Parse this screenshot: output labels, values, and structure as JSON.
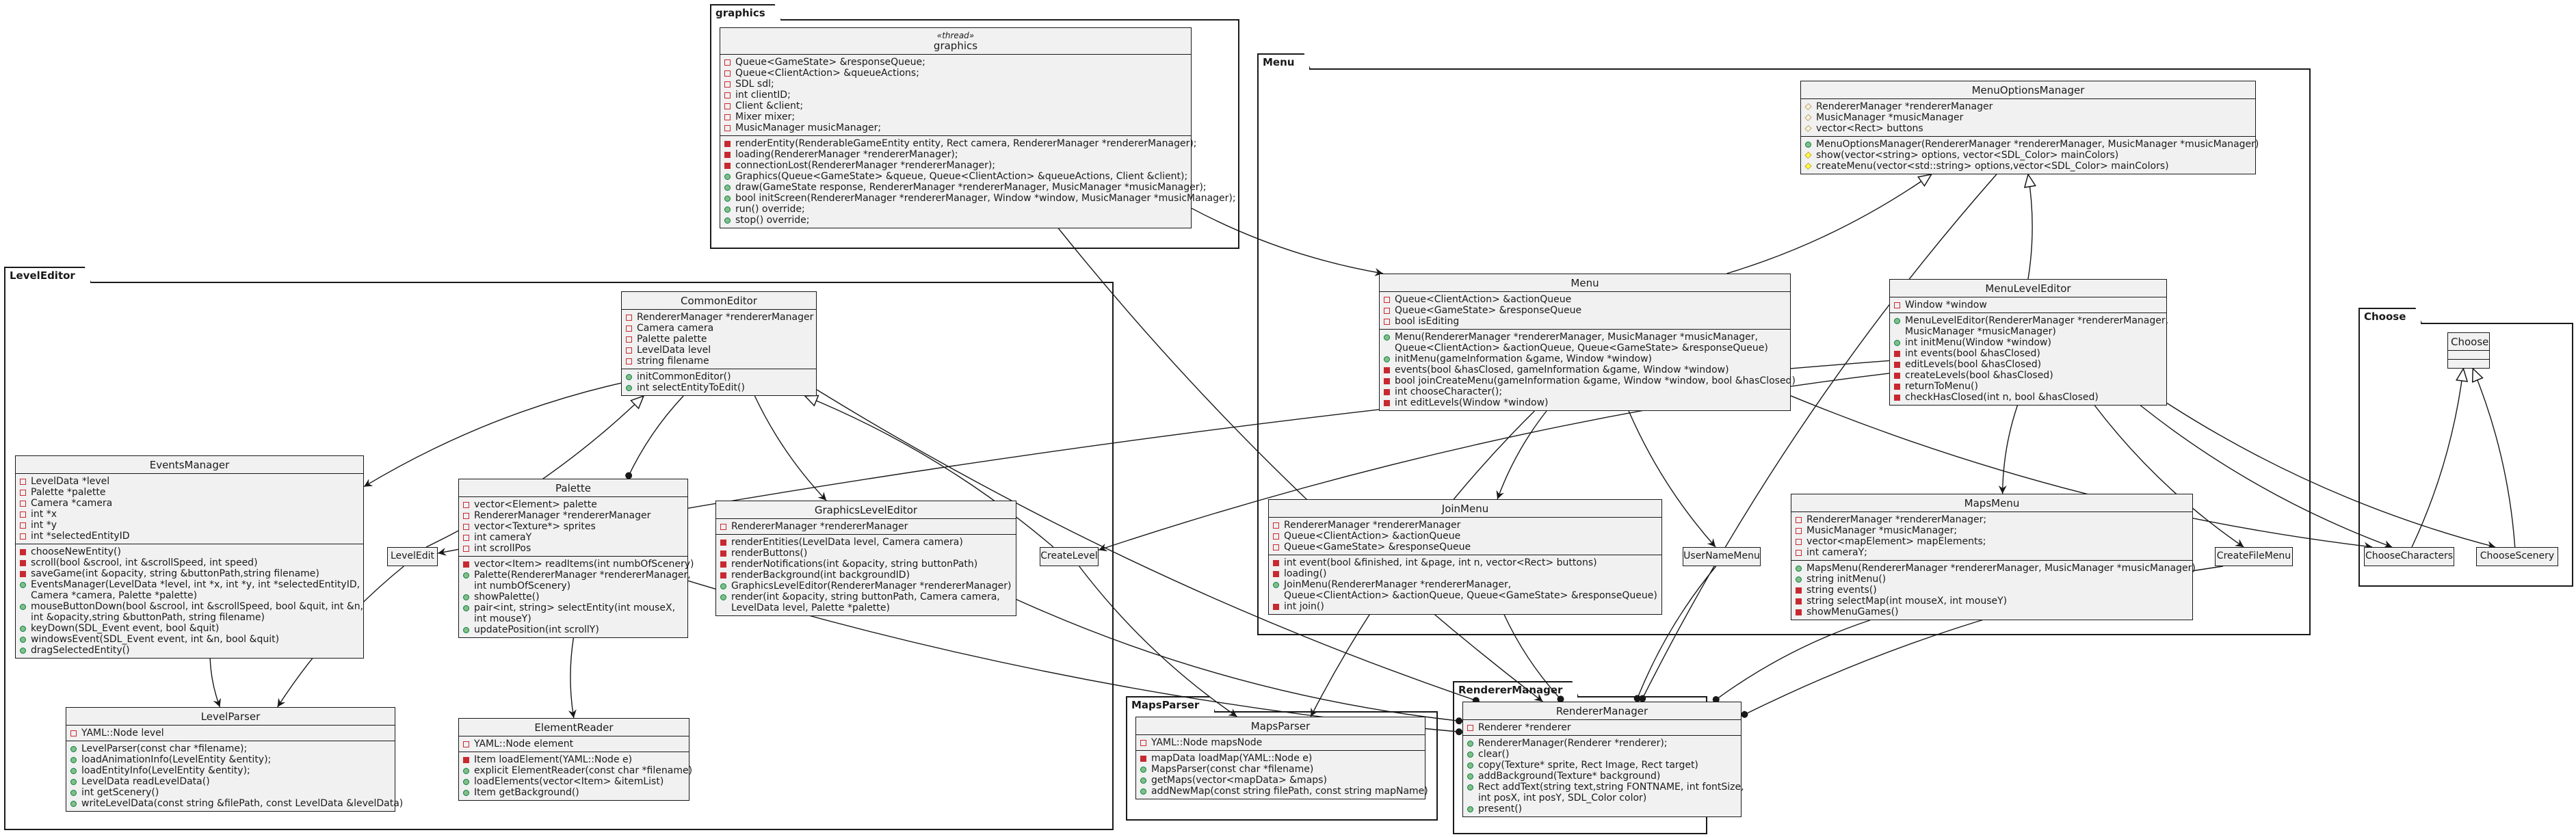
{
  "packages": {
    "graphics": "graphics",
    "menu": "Menu",
    "level_editor": "LevelEditor",
    "choose": "Choose",
    "maps_parser": "MapsParser",
    "renderer_manager": "RendererManager"
  },
  "classes": [
    {
      "id": "graphics",
      "name": "graphics",
      "stereotype": "«thread»",
      "attributes": [
        {
          "v": "private",
          "t": "Queue<GameState> &responseQueue;"
        },
        {
          "v": "private",
          "t": "Queue<ClientAction> &queueActions;"
        },
        {
          "v": "private",
          "t": "SDL sdl;"
        },
        {
          "v": "private",
          "t": "int clientID;"
        },
        {
          "v": "private",
          "t": "Client &client;"
        },
        {
          "v": "private",
          "t": "Mixer mixer;"
        },
        {
          "v": "private",
          "t": "MusicManager musicManager;"
        }
      ],
      "methods": [
        {
          "v": "private",
          "t": "renderEntity(RenderableGameEntity entity, Rect camera, RendererManager *rendererManager);"
        },
        {
          "v": "private",
          "t": "loading(RendererManager *rendererManager);"
        },
        {
          "v": "private",
          "t": "connectionLost(RendererManager *rendererManager);"
        },
        {
          "v": "public",
          "t": "Graphics(Queue<GameState> &queue, Queue<ClientAction> &queueActions, Client &client);"
        },
        {
          "v": "public",
          "t": "draw(GameState response, RendererManager *rendererManager, MusicManager *musicManager);"
        },
        {
          "v": "public",
          "t": "bool initScreen(RendererManager *rendererManager, Window *window, MusicManager *musicManager);"
        },
        {
          "v": "public",
          "t": "run() override;"
        },
        {
          "v": "public",
          "t": "stop() override;"
        }
      ]
    },
    {
      "id": "menu_options_manager",
      "name": "MenuOptionsManager",
      "attributes": [
        {
          "v": "protected",
          "t": "RendererManager *rendererManager"
        },
        {
          "v": "protected",
          "t": "MusicManager *musicManager"
        },
        {
          "v": "protected",
          "t": "vector<Rect> buttons"
        }
      ],
      "methods": [
        {
          "v": "public",
          "t": "MenuOptionsManager(RendererManager *rendererManager, MusicManager *musicManager)"
        },
        {
          "v": "protected",
          "t": "show(vector<string> options, vector<SDL_Color> mainColors)"
        },
        {
          "v": "protected",
          "t": "createMenu(vector<std::string> options,vector<SDL_Color> mainColors)"
        }
      ]
    },
    {
      "id": "menu",
      "name": "Menu",
      "attributes": [
        {
          "v": "private",
          "t": "Queue<ClientAction> &actionQueue"
        },
        {
          "v": "private",
          "t": "Queue<GameState> &responseQueue"
        },
        {
          "v": "private",
          "t": "bool isEditing"
        }
      ],
      "methods": [
        {
          "v": "public",
          "t": "Menu(RendererManager *rendererManager, MusicManager *musicManager,\nQueue<ClientAction> &actionQueue, Queue<GameState> &responseQueue)"
        },
        {
          "v": "public",
          "t": "initMenu(gameInformation &game, Window *window)"
        },
        {
          "v": "private",
          "t": "events(bool &hasClosed, gameInformation &game, Window *window)"
        },
        {
          "v": "private",
          "t": "bool joinCreateMenu(gameInformation &game, Window *window, bool &hasClosed)"
        },
        {
          "v": "private",
          "t": "int chooseCharacter();"
        },
        {
          "v": "private",
          "t": "int editLevels(Window *window)"
        }
      ]
    },
    {
      "id": "menu_level_editor",
      "name": "MenuLevelEditor",
      "attributes": [
        {
          "v": "private",
          "t": "Window *window"
        }
      ],
      "methods": [
        {
          "v": "public",
          "t": "MenuLevelEditor(RendererManager *rendererManager,\nMusicManager *musicManager)"
        },
        {
          "v": "public",
          "t": "int initMenu(Window *window)"
        },
        {
          "v": "private",
          "t": "int events(bool &hasClosed)"
        },
        {
          "v": "private",
          "t": "editLevels(bool &hasClosed)"
        },
        {
          "v": "private",
          "t": "createLevels(bool &hasClosed)"
        },
        {
          "v": "private",
          "t": "returnToMenu()"
        },
        {
          "v": "private",
          "t": "checkHasClosed(int n, bool &hasClosed)"
        }
      ]
    },
    {
      "id": "join_menu",
      "name": "JoinMenu",
      "attributes": [
        {
          "v": "private",
          "t": "RendererManager *rendererManager"
        },
        {
          "v": "private",
          "t": "Queue<ClientAction> &actionQueue"
        },
        {
          "v": "private",
          "t": "Queue<GameState> &responseQueue"
        }
      ],
      "methods": [
        {
          "v": "private",
          "t": "int event(bool &finished, int &page, int n, vector<Rect> buttons)"
        },
        {
          "v": "private",
          "t": "loading()"
        },
        {
          "v": "public",
          "t": "JoinMenu(RendererManager *rendererManager,\nQueue<ClientAction> &actionQueue, Queue<GameState> &responseQueue)"
        },
        {
          "v": "private",
          "t": "int join()"
        }
      ]
    },
    {
      "id": "maps_menu",
      "name": "MapsMenu",
      "attributes": [
        {
          "v": "private",
          "t": "RendererManager *rendererManager;"
        },
        {
          "v": "private",
          "t": "MusicManager *musicManager;"
        },
        {
          "v": "private",
          "t": "vector<mapElement> mapElements;"
        },
        {
          "v": "private",
          "t": "int cameraY;"
        }
      ],
      "methods": [
        {
          "v": "public",
          "t": "MapsMenu(RendererManager *rendererManager, MusicManager *musicManager)"
        },
        {
          "v": "public",
          "t": "string initMenu()"
        },
        {
          "v": "private",
          "t": "string events()"
        },
        {
          "v": "private",
          "t": "string selectMap(int mouseX, int mouseY)"
        },
        {
          "v": "private",
          "t": "showMenuGames()"
        }
      ]
    },
    {
      "id": "common_editor",
      "name": "CommonEditor",
      "attributes": [
        {
          "v": "private",
          "t": "RendererManager *rendererManager"
        },
        {
          "v": "private",
          "t": "Camera camera"
        },
        {
          "v": "private",
          "t": "Palette palette"
        },
        {
          "v": "private",
          "t": "LevelData level"
        },
        {
          "v": "private",
          "t": "string filename"
        }
      ],
      "methods": [
        {
          "v": "public",
          "t": "initCommonEditor()"
        },
        {
          "v": "public",
          "t": "int selectEntityToEdit()"
        }
      ]
    },
    {
      "id": "events_manager",
      "name": "EventsManager",
      "attributes": [
        {
          "v": "private",
          "t": "LevelData *level"
        },
        {
          "v": "private",
          "t": "Palette *palette"
        },
        {
          "v": "private",
          "t": "Camera *camera"
        },
        {
          "v": "private",
          "t": "int *x"
        },
        {
          "v": "private",
          "t": "int *y"
        },
        {
          "v": "private",
          "t": "int *selectedEntityID"
        }
      ],
      "methods": [
        {
          "v": "private",
          "t": "chooseNewEntity()"
        },
        {
          "v": "private",
          "t": "scroll(bool &scrool, int &scrollSpeed, int speed)"
        },
        {
          "v": "private",
          "t": "saveGame(int &opacity, string &buttonPath,string filename)"
        },
        {
          "v": "public",
          "t": "EventsManager(LevelData *level, int *x, int *y, int *selectedEntityID,\nCamera *camera, Palette *palette)"
        },
        {
          "v": "public",
          "t": "mouseButtonDown(bool &scrool, int &scrollSpeed, bool &quit, int &n,\nint &opacity,string &buttonPath, string filename)"
        },
        {
          "v": "public",
          "t": "keyDown(SDL_Event event, bool &quit)"
        },
        {
          "v": "public",
          "t": "windowsEvent(SDL_Event event, int &n, bool &quit)"
        },
        {
          "v": "public",
          "t": "dragSelectedEntity()"
        }
      ]
    },
    {
      "id": "palette",
      "name": "Palette",
      "attributes": [
        {
          "v": "private",
          "t": "vector<Element> palette"
        },
        {
          "v": "private",
          "t": "RendererManager *rendererManager"
        },
        {
          "v": "private",
          "t": "vector<Texture*> sprites"
        },
        {
          "v": "private",
          "t": "int cameraY"
        },
        {
          "v": "private",
          "t": "int scrollPos"
        }
      ],
      "methods": [
        {
          "v": "private",
          "t": "vector<Item> readItems(int numbOfScenery)"
        },
        {
          "v": "public",
          "t": "Palette(RendererManager *rendererManager,\nint numbOfScenery)"
        },
        {
          "v": "public",
          "t": "showPalette()"
        },
        {
          "v": "public",
          "t": "pair<int, string> selectEntity(int mouseX,\nint mouseY)"
        },
        {
          "v": "public",
          "t": "updatePosition(int scrollY)"
        }
      ]
    },
    {
      "id": "graphics_level_editor",
      "name": "GraphicsLevelEditor",
      "attributes": [
        {
          "v": "private",
          "t": "RendererManager *rendererManager"
        }
      ],
      "methods": [
        {
          "v": "private",
          "t": "renderEntities(LevelData level, Camera camera)"
        },
        {
          "v": "private",
          "t": "renderButtons()"
        },
        {
          "v": "private",
          "t": "renderNotifications(int &opacity, string buttonPath)"
        },
        {
          "v": "private",
          "t": "renderBackground(int backgroundID)"
        },
        {
          "v": "public",
          "t": "GraphicsLevelEditor(RendererManager *rendererManager)"
        },
        {
          "v": "public",
          "t": "render(int &opacity, string buttonPath, Camera camera,\nLevelData level, Palette *palette)"
        }
      ]
    },
    {
      "id": "level_parser",
      "name": "LevelParser",
      "attributes": [
        {
          "v": "private",
          "t": "YAML::Node level"
        }
      ],
      "methods": [
        {
          "v": "public",
          "t": "LevelParser(const char *filename);"
        },
        {
          "v": "public",
          "t": "loadAnimationInfo(LevelEntity &entity);"
        },
        {
          "v": "public",
          "t": "loadEntityInfo(LevelEntity &entity);"
        },
        {
          "v": "public",
          "t": "LevelData readLevelData()"
        },
        {
          "v": "public",
          "t": "int getScenery()"
        },
        {
          "v": "public",
          "t": "writeLevelData(const string &filePath, const LevelData &levelData)"
        }
      ]
    },
    {
      "id": "element_reader",
      "name": "ElementReader",
      "attributes": [
        {
          "v": "private",
          "t": "YAML::Node element"
        }
      ],
      "methods": [
        {
          "v": "private",
          "t": "Item loadElement(YAML::Node e)"
        },
        {
          "v": "public",
          "t": "explicit ElementReader(const char *filename)"
        },
        {
          "v": "public",
          "t": "loadElements(vector<Item> &itemList)"
        },
        {
          "v": "public",
          "t": "Item getBackground()"
        }
      ]
    },
    {
      "id": "maps_parser",
      "name": "MapsParser",
      "attributes": [
        {
          "v": "private",
          "t": "YAML::Node mapsNode"
        }
      ],
      "methods": [
        {
          "v": "private",
          "t": "mapData loadMap(YAML::Node e)"
        },
        {
          "v": "public",
          "t": "MapsParser(const char *filename)"
        },
        {
          "v": "public",
          "t": "getMaps(vector<mapData> &maps)"
        },
        {
          "v": "public",
          "t": "addNewMap(const string filePath, const string mapName)"
        }
      ]
    },
    {
      "id": "renderer_manager",
      "name": "RendererManager",
      "attributes": [
        {
          "v": "private",
          "t": "Renderer *renderer"
        }
      ],
      "methods": [
        {
          "v": "public",
          "t": "RendererManager(Renderer *renderer);"
        },
        {
          "v": "public",
          "t": "clear()"
        },
        {
          "v": "public",
          "t": "copy(Texture* sprite, Rect Image, Rect target)"
        },
        {
          "v": "public",
          "t": "addBackground(Texture* background)"
        },
        {
          "v": "public",
          "t": "Rect addText(string text,string FONTNAME, int fontSize,\nint posX, int posY, SDL_Color color)"
        },
        {
          "v": "public",
          "t": "present()"
        }
      ]
    },
    {
      "id": "choose",
      "name": "Choose",
      "attributes": [],
      "methods": []
    }
  ],
  "simple_boxes": [
    {
      "id": "level_edit",
      "name": "LevelEdit"
    },
    {
      "id": "create_level",
      "name": "CreateLevel"
    },
    {
      "id": "user_name_menu",
      "name": "UserNameMenu"
    },
    {
      "id": "create_file_menu",
      "name": "CreateFileMenu"
    },
    {
      "id": "choose_characters",
      "name": "ChooseCharacters"
    },
    {
      "id": "choose_scenery",
      "name": "ChooseScenery"
    }
  ],
  "relations": [
    {
      "from": "menu",
      "to": "menu_options_manager",
      "kind": "inheritance"
    },
    {
      "from": "menu_level_editor",
      "to": "menu_options_manager",
      "kind": "inheritance"
    },
    {
      "from": "level_edit",
      "to": "common_editor",
      "kind": "inheritance"
    },
    {
      "from": "create_level",
      "to": "common_editor",
      "kind": "inheritance"
    },
    {
      "from": "choose_characters",
      "to": "choose",
      "kind": "inheritance"
    },
    {
      "from": "choose_scenery",
      "to": "choose",
      "kind": "inheritance"
    },
    {
      "from": "graphics",
      "to": "menu",
      "kind": "association"
    },
    {
      "from": "graphics",
      "to": "renderer_manager",
      "kind": "association"
    },
    {
      "from": "menu",
      "to": "join_menu",
      "kind": "association"
    },
    {
      "from": "menu",
      "to": "user_name_menu",
      "kind": "association"
    },
    {
      "from": "menu",
      "to": "maps_parser",
      "kind": "association"
    },
    {
      "from": "menu",
      "to": "choose_characters",
      "kind": "association"
    },
    {
      "from": "menu_level_editor",
      "to": "maps_menu",
      "kind": "association"
    },
    {
      "from": "menu_level_editor",
      "to": "create_file_menu",
      "kind": "association"
    },
    {
      "from": "menu_level_editor",
      "to": "level_edit",
      "kind": "association"
    },
    {
      "from": "menu_level_editor",
      "to": "create_level",
      "kind": "association"
    },
    {
      "from": "menu_level_editor",
      "to": "choose_characters",
      "kind": "association"
    },
    {
      "from": "menu_level_editor",
      "to": "choose_scenery",
      "kind": "association"
    },
    {
      "from": "menu_options_manager",
      "to": "renderer_manager",
      "kind": "composition"
    },
    {
      "from": "common_editor",
      "to": "events_manager",
      "kind": "association"
    },
    {
      "from": "common_editor",
      "to": "palette",
      "kind": "composition"
    },
    {
      "from": "common_editor",
      "to": "graphics_level_editor",
      "kind": "association"
    },
    {
      "from": "common_editor",
      "to": "renderer_manager",
      "kind": "composition"
    },
    {
      "from": "events_manager",
      "to": "level_parser",
      "kind": "association"
    },
    {
      "from": "level_edit",
      "to": "level_parser",
      "kind": "association"
    },
    {
      "from": "palette",
      "to": "element_reader",
      "kind": "association"
    },
    {
      "from": "palette",
      "to": "renderer_manager",
      "kind": "composition"
    },
    {
      "from": "graphics_level_editor",
      "to": "renderer_manager",
      "kind": "composition"
    },
    {
      "from": "create_level",
      "to": "maps_parser",
      "kind": "association"
    },
    {
      "from": "join_menu",
      "to": "renderer_manager",
      "kind": "composition"
    },
    {
      "from": "user_name_menu",
      "to": "renderer_manager",
      "kind": "composition"
    },
    {
      "from": "maps_menu",
      "to": "renderer_manager",
      "kind": "composition"
    },
    {
      "from": "create_file_menu",
      "to": "renderer_manager",
      "kind": "composition"
    }
  ]
}
